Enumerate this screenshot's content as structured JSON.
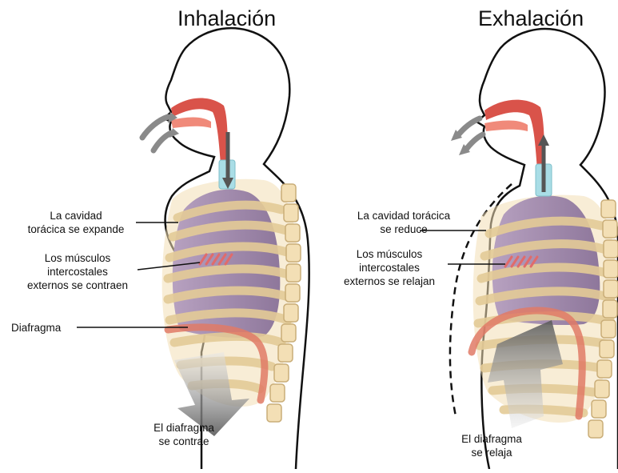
{
  "inhalation": {
    "title": "Inhalación",
    "cavity_label": [
      "La cavidad",
      "torácica se expande"
    ],
    "muscles_label": [
      "Los músculos",
      "intercostales",
      "externos se contraen"
    ],
    "diaphragm_label": "Diafragma",
    "diaphragm_action": [
      "El diafragma",
      "se contrae"
    ]
  },
  "exhalation": {
    "title": "Exhalación",
    "cavity_label": [
      "La cavidad torácica",
      "se reduce"
    ],
    "muscles_label": [
      "Los músculos",
      "intercostales",
      "externos se relajan"
    ],
    "diaphragm_action": [
      "El diafragma",
      "se relaja"
    ]
  },
  "colors": {
    "body_outline": "#111111",
    "airway": "#d9534a",
    "airway_light": "#f08a7a",
    "trachea": "#a9dde6",
    "rib": "#f3dfb5",
    "rib_stroke": "#d9c08e",
    "lung": "#9d86a8",
    "diaphragm": "#e07a66",
    "arrow": "#8a8a8a"
  }
}
